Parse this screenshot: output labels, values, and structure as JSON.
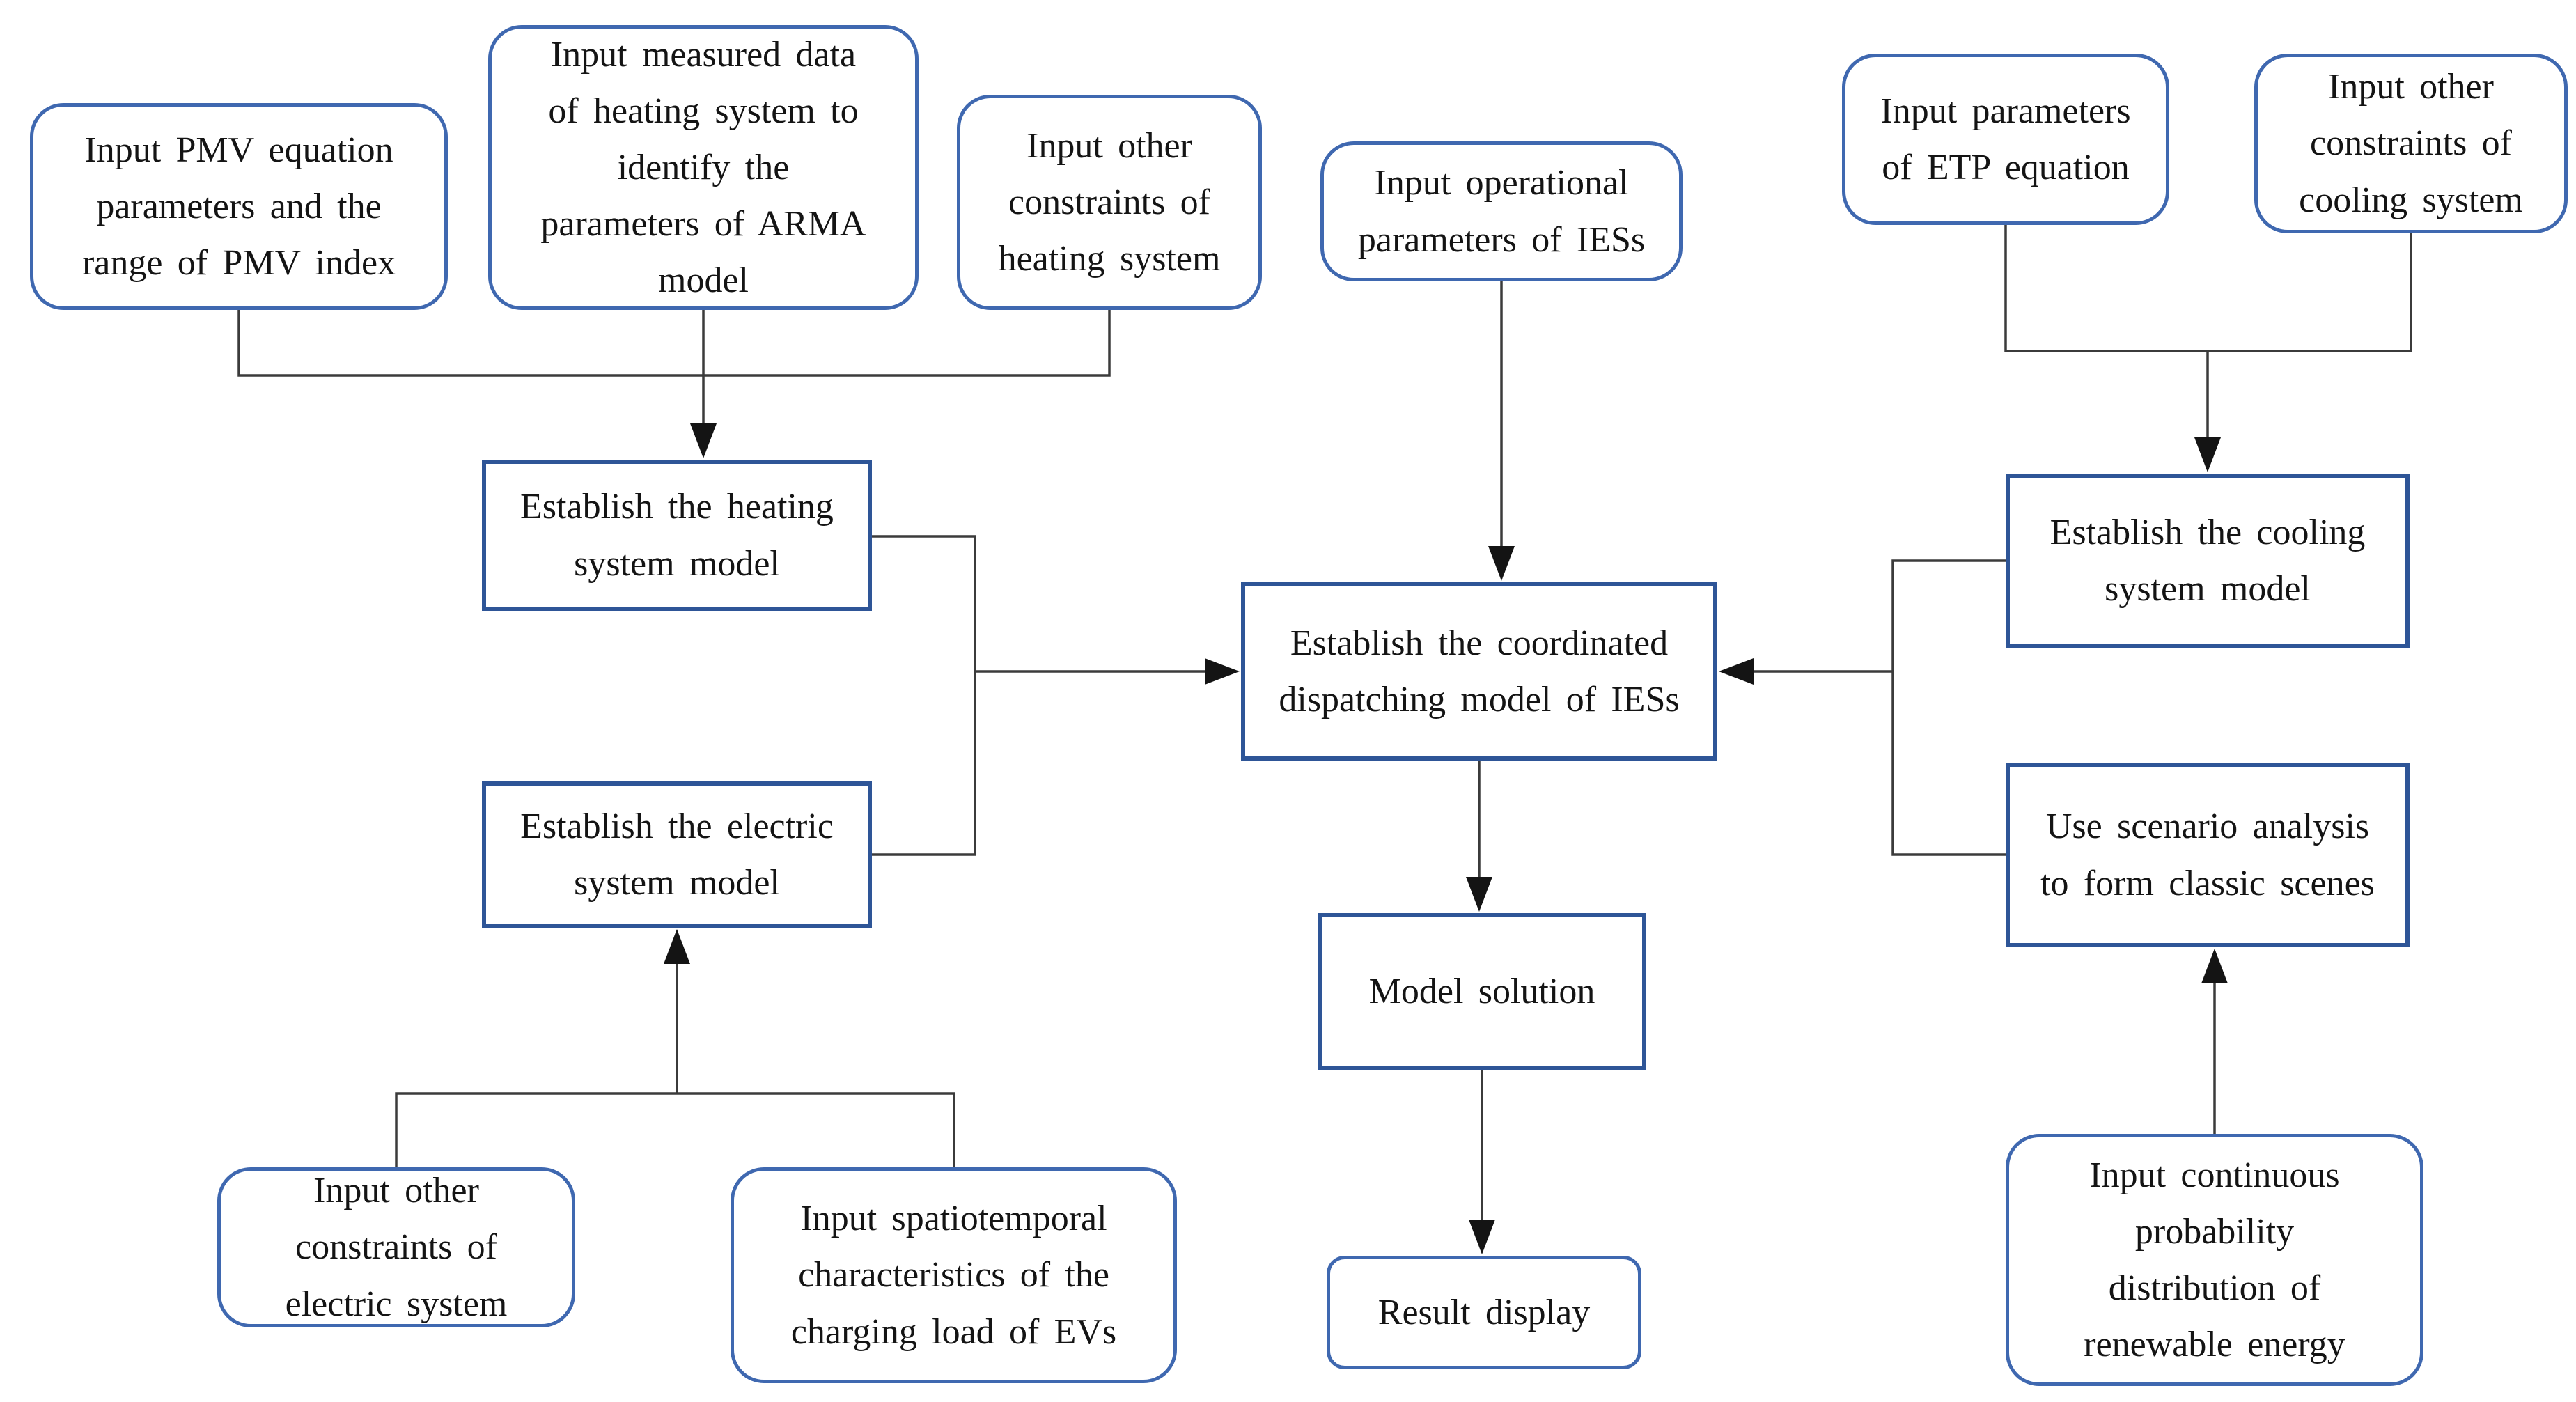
{
  "colors": {
    "rounded_border": "#3f68b0",
    "rect_border": "#2e5597",
    "line": "#3b3b3b",
    "arrow": "#141414",
    "text": "#141414",
    "background": "#ffffff"
  },
  "nodes": {
    "pmv": {
      "label": "Input PMV equation\nparameters and the\nrange of PMV index",
      "shape": "rounded"
    },
    "measured_data": {
      "label": "Input measured data\nof heating system to\nidentify the\nparameters of ARMA\nmodel",
      "shape": "rounded"
    },
    "heating_constraints": {
      "label": "Input other\nconstraints of\nheating system",
      "shape": "rounded"
    },
    "operational": {
      "label": "Input operational\nparameters of IESs",
      "shape": "rounded"
    },
    "etp": {
      "label": "Input parameters\nof ETP equation",
      "shape": "rounded"
    },
    "cooling_constraints": {
      "label": "Input other\nconstraints of\ncooling system",
      "shape": "rounded"
    },
    "heating_model": {
      "label": "Establish the heating\nsystem model",
      "shape": "rect"
    },
    "electric_model": {
      "label": "Establish the electric\nsystem model",
      "shape": "rect"
    },
    "coordinated_model": {
      "label": "Establish the coordinated\ndispatching model of IESs",
      "shape": "rect"
    },
    "cooling_model": {
      "label": "Establish the cooling\nsystem model",
      "shape": "rect"
    },
    "scenario_analysis": {
      "label": "Use scenario analysis\nto form classic scenes",
      "shape": "rect"
    },
    "model_solution": {
      "label": "Model solution",
      "shape": "rect"
    },
    "result_display": {
      "label": "Result display",
      "shape": "rounded-slight"
    },
    "electric_constraints": {
      "label": "Input other\nconstraints of\nelectric system",
      "shape": "rounded"
    },
    "ev_load": {
      "label": "Input spatiotemporal\ncharacteristics of the\ncharging load of EVs",
      "shape": "rounded"
    },
    "renewable": {
      "label": "Input continuous\nprobability\ndistribution of\nrenewable energy",
      "shape": "rounded"
    }
  },
  "edges": [
    {
      "from": "pmv",
      "to": "heating_model"
    },
    {
      "from": "measured_data",
      "to": "heating_model"
    },
    {
      "from": "heating_constraints",
      "to": "heating_model"
    },
    {
      "from": "operational",
      "to": "coordinated_model"
    },
    {
      "from": "etp",
      "to": "cooling_model"
    },
    {
      "from": "cooling_constraints",
      "to": "cooling_model"
    },
    {
      "from": "heating_model",
      "to": "coordinated_model"
    },
    {
      "from": "electric_model",
      "to": "coordinated_model"
    },
    {
      "from": "cooling_model",
      "to": "coordinated_model"
    },
    {
      "from": "scenario_analysis",
      "to": "coordinated_model"
    },
    {
      "from": "coordinated_model",
      "to": "model_solution"
    },
    {
      "from": "model_solution",
      "to": "result_display"
    },
    {
      "from": "electric_constraints",
      "to": "electric_model"
    },
    {
      "from": "ev_load",
      "to": "electric_model"
    },
    {
      "from": "renewable",
      "to": "scenario_analysis"
    }
  ]
}
